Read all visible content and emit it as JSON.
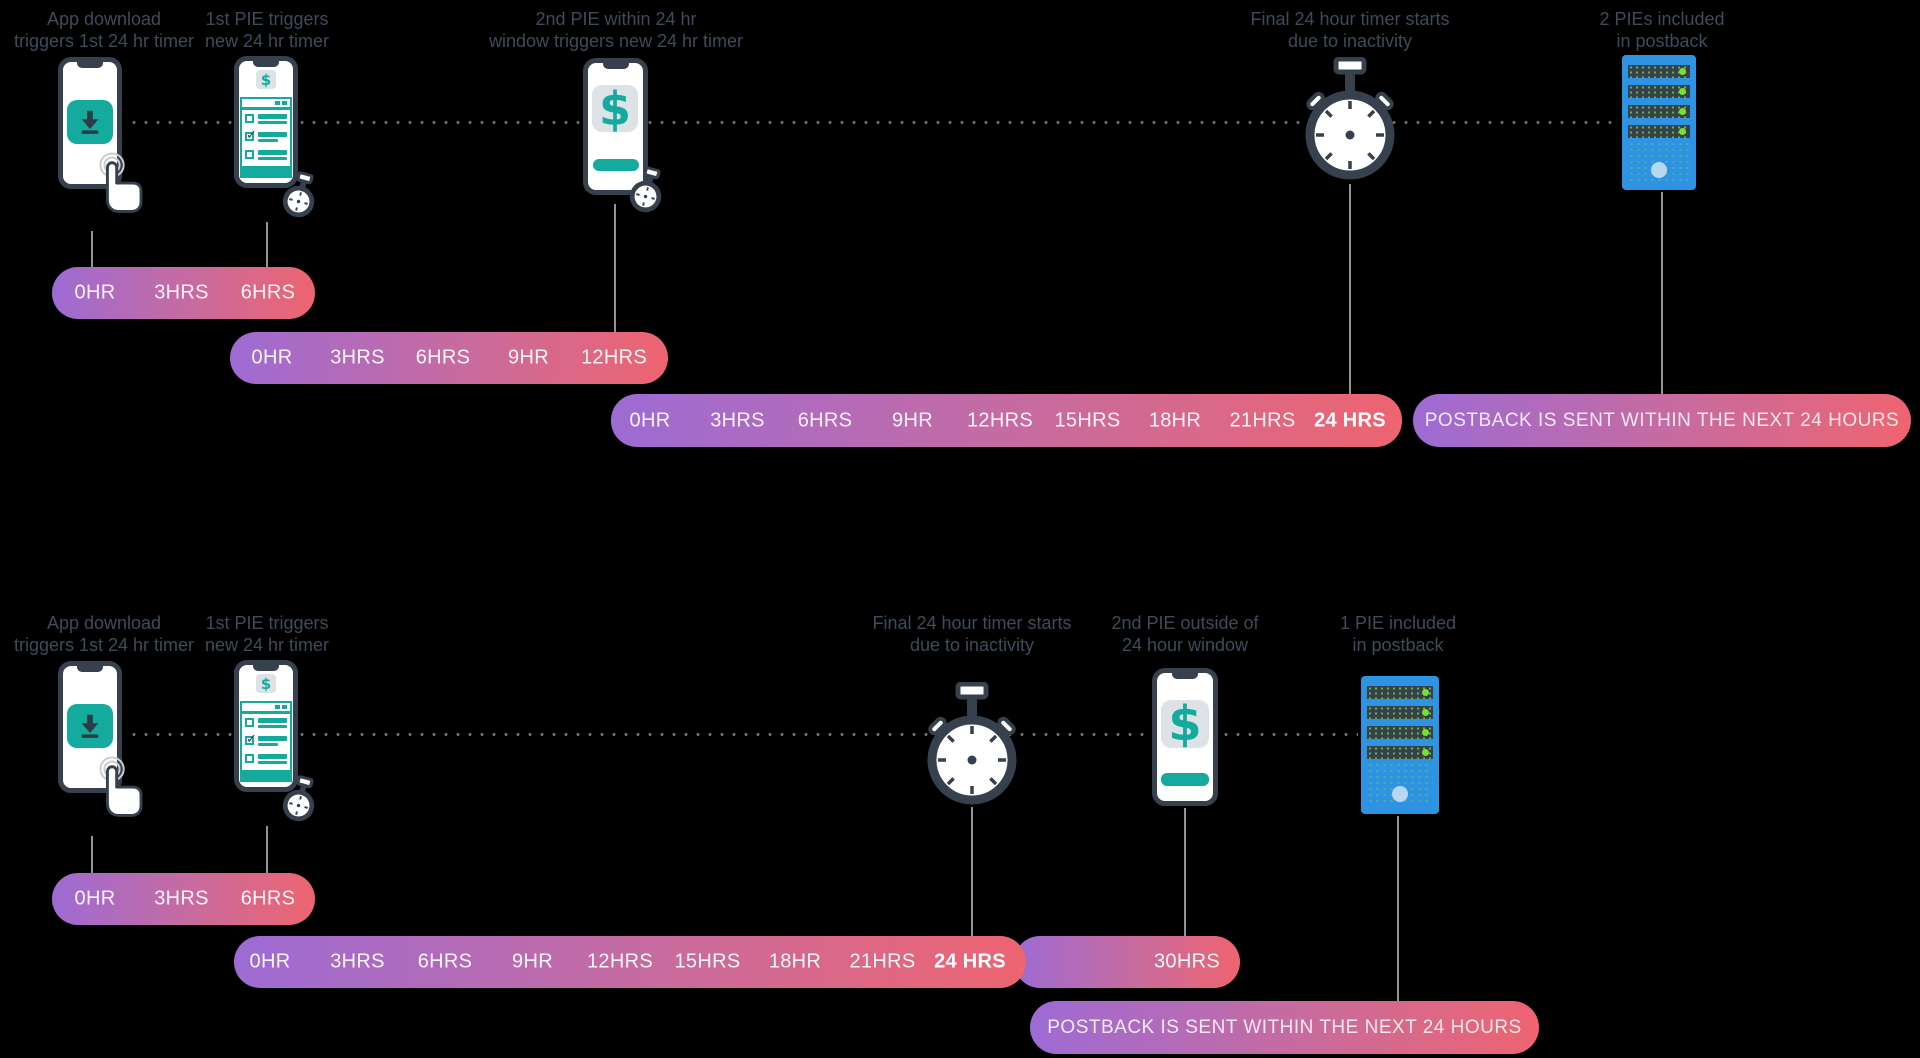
{
  "glyphs": {
    "dollar": "$",
    "check": "✓"
  },
  "colors": {
    "background": "#000000",
    "teal": "#14ab9e",
    "slate": "#36414d",
    "caption_text": "#3f4b59",
    "bar_gradient_start": "#9d6bd4",
    "bar_gradient_end": "#ee6470",
    "server_blue": "#2e93e2",
    "led_green": "#76e22e"
  },
  "scenario1": {
    "steps": [
      {
        "icon": "phone-download",
        "label": "App download\ntriggers 1st 24 hr timer"
      },
      {
        "icon": "phone-checklist-stopwatch",
        "label": "1st PIE triggers\nnew 24 hr timer"
      },
      {
        "icon": "phone-purchase-stopwatch",
        "label": "2nd PIE within 24 hr\nwindow triggers new 24 hr timer"
      },
      {
        "icon": "stopwatch",
        "label": "Final 24 hour timer starts\ndue to inactivity"
      },
      {
        "icon": "server",
        "label": "2 PIEs included\nin postback"
      }
    ],
    "timers": [
      {
        "hours": [
          "0HR",
          "3HRS",
          "6HRS"
        ]
      },
      {
        "hours": [
          "0HR",
          "3HRS",
          "6HRS",
          "9HR",
          "12HRS"
        ]
      },
      {
        "hours": [
          "0HR",
          "3HRS",
          "6HRS",
          "9HR",
          "12HRS",
          "15HRS",
          "18HR",
          "21HRS",
          {
            "text": "24 HRS",
            "bold": true
          }
        ]
      }
    ],
    "postback": "POSTBACK IS SENT WITHIN THE NEXT 24 HOURS"
  },
  "scenario2": {
    "steps": [
      {
        "icon": "phone-download",
        "label": "App download\ntriggers 1st 24 hr timer"
      },
      {
        "icon": "phone-checklist-stopwatch",
        "label": "1st PIE triggers\nnew 24 hr timer"
      },
      {
        "icon": "stopwatch",
        "label": "Final 24 hour timer starts\ndue to inactivity"
      },
      {
        "icon": "phone-purchase",
        "label": "2nd PIE outside of\n24 hour window"
      },
      {
        "icon": "server",
        "label": "1 PIE included\nin postback"
      }
    ],
    "timers": [
      {
        "hours": [
          "0HR",
          "3HRS",
          "6HRS"
        ]
      },
      {
        "hours": [
          "0HR",
          "3HRS",
          "6HRS",
          "9HR",
          "12HRS",
          "15HRS",
          "18HR",
          "21HRS",
          {
            "text": "24 HRS",
            "bold": true
          }
        ]
      },
      {
        "hours": [
          "30HRS"
        ]
      }
    ],
    "postback": "POSTBACK IS SENT WITHIN THE NEXT 24 HOURS"
  }
}
